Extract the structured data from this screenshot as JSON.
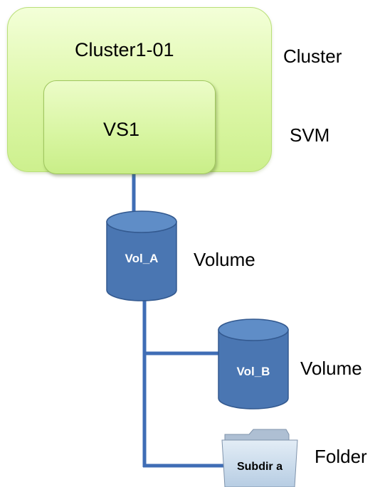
{
  "cluster": {
    "node_label": "Cluster1-01",
    "side_label": "Cluster"
  },
  "svm": {
    "node_label": "VS1",
    "side_label": "SVM"
  },
  "volume_a": {
    "node_label": "Vol_A",
    "side_label": "Volume"
  },
  "volume_b": {
    "node_label": "Vol_B",
    "side_label": "Volume"
  },
  "folder": {
    "node_label": "Subdir a",
    "side_label": "Folder"
  },
  "colors": {
    "cluster_fill": "#ddf7a8",
    "svm_fill": "#d7f5a0",
    "cylinder_fill": "#4a76b2",
    "cylinder_top": "#5f8dc7",
    "connector": "#3f6db5",
    "folder_fill": "#c9daea"
  }
}
